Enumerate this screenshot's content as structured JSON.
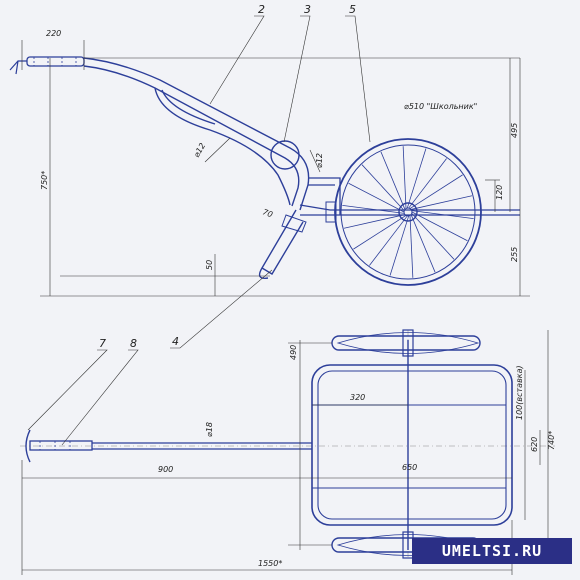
{
  "parts": [
    "2",
    "3",
    "5",
    "4",
    "7",
    "8"
  ],
  "dims": {
    "handle_len": "220",
    "tube_dia_a": "⌀12",
    "tube_dia_b": "⌀12",
    "wheel": "⌀510 \"Школьник\"",
    "h_top": "495",
    "h_total": "750*",
    "h_axle": "120",
    "h_bottom": "255",
    "stand_w": "70",
    "stand_h": "50",
    "plan_w": "490",
    "plan_half": "320",
    "plan_axle_w": "100(вставка)",
    "plan_inner": "620",
    "plan_outer": "740*",
    "bar_dia": "⌀18",
    "bar_len": "900",
    "frame_len": "650",
    "total_len": "1550*"
  },
  "colors": {
    "drawing": "#2d3f9a",
    "dimension": "#333333",
    "watermark": "#2b2f86"
  },
  "watermark": "UMELTSI.RU"
}
